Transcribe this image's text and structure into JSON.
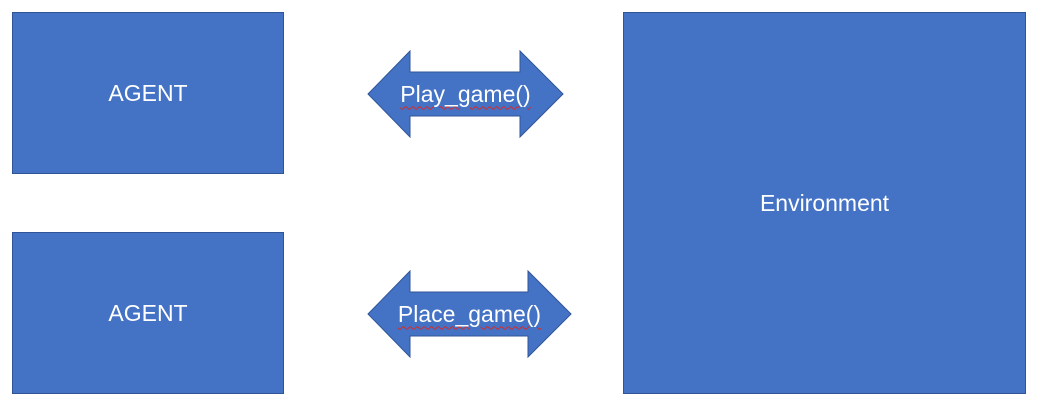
{
  "colors": {
    "box_fill": "#4472C4",
    "box_border": "#2F5597",
    "text": "#FFFFFF",
    "spellcheck_underline": "#D62A2A"
  },
  "agents": [
    {
      "label": "AGENT"
    },
    {
      "label": "AGENT"
    }
  ],
  "environment": {
    "label": "Environment"
  },
  "arrows": [
    {
      "label": "Play_game()"
    },
    {
      "label": "Place_game()"
    }
  ]
}
